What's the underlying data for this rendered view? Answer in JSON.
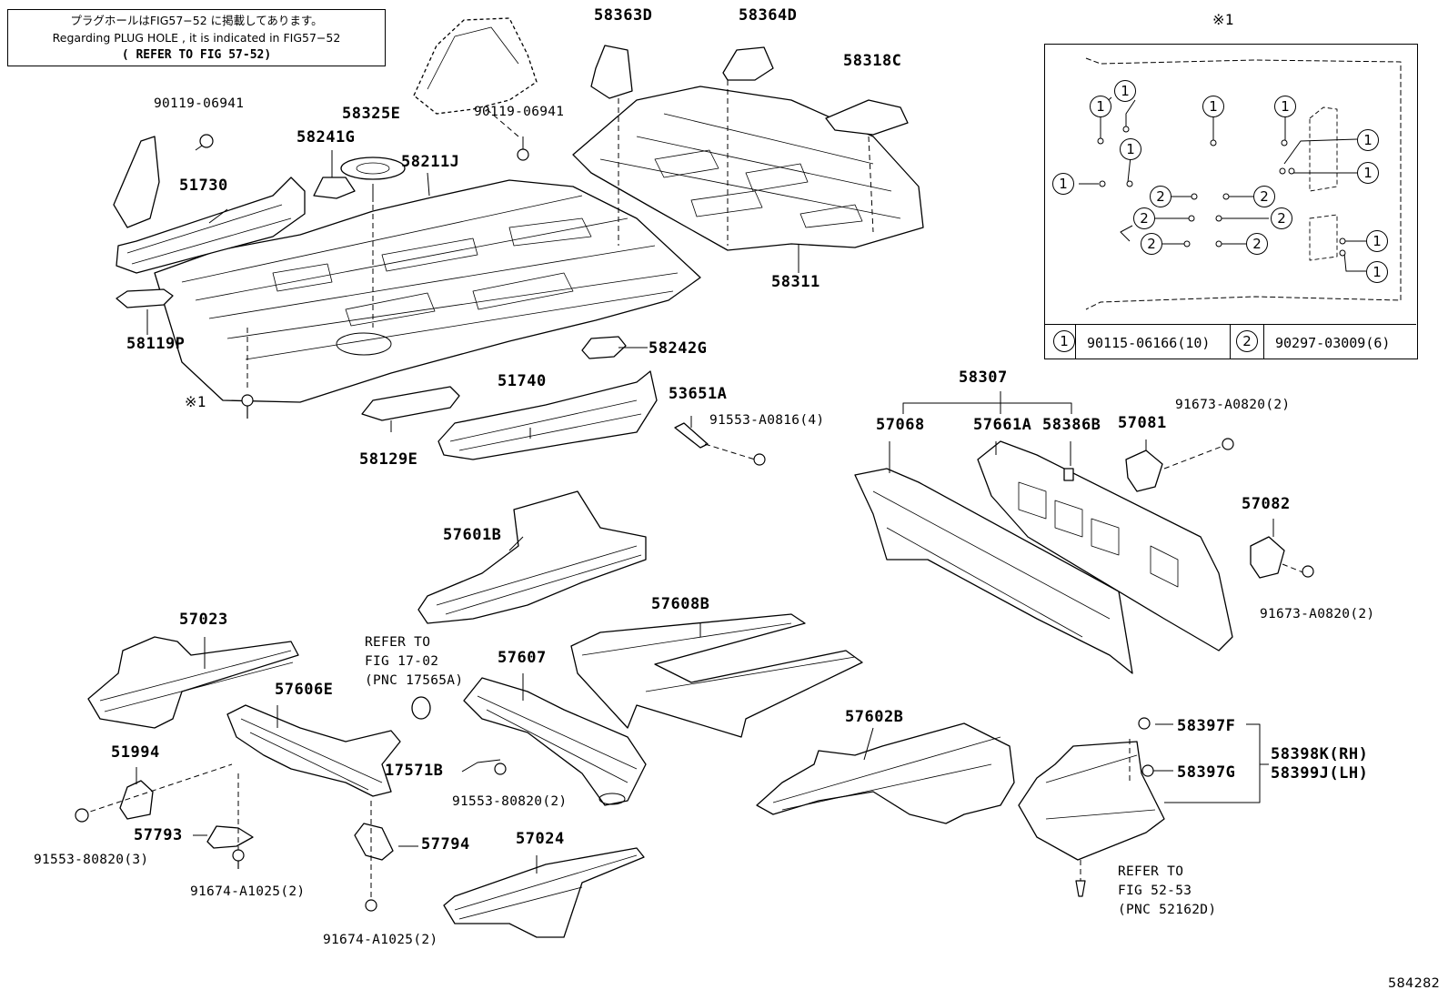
{
  "note": {
    "line1": "プラグホールはFIG57−52 に掲載してあります。",
    "line2": "Regarding PLUG HOLE , it is indicated in FIG57−52",
    "line3": "( REFER TO FIG 57-52)"
  },
  "figure_number": "584282",
  "inset": {
    "title": "※1",
    "legend": [
      {
        "symbol": "1",
        "part": "90115-06166(10)"
      },
      {
        "symbol": "2",
        "part": "90297-03009(6)"
      }
    ]
  },
  "labels": {
    "p58363D": "58363D",
    "p58364D": "58364D",
    "p58318C": "58318C",
    "p90119a": "90119-06941",
    "p90119b": "90119-06941",
    "p58325E": "58325E",
    "p58241G": "58241G",
    "p58211J": "58211J",
    "p51730": "51730",
    "p58311": "58311",
    "p58119P": "58119P",
    "p58242G": "58242G",
    "star1": "※1",
    "p51740": "51740",
    "p53651A": "53651A",
    "p91553a": "91553-A0816(4)",
    "p58129E": "58129E",
    "p58307": "58307",
    "p57068": "57068",
    "p57661A": "57661A",
    "p58386B": "58386B",
    "p57081": "57081",
    "p91673a": "91673-A0820(2)",
    "p57082": "57082",
    "p91673b": "91673-A0820(2)",
    "p57601B": "57601B",
    "p57023": "57023",
    "p57608B": "57608B",
    "refer17_1": "REFER TO",
    "refer17_2": "FIG 17-02",
    "refer17_3": "(PNC 17565A)",
    "p57607": "57607",
    "p57606E": "57606E",
    "p51994": "51994",
    "p17571B": "17571B",
    "p91553b": "91553-80820(2)",
    "p57602B": "57602B",
    "p58397F": "58397F",
    "p58398K": "58398K(RH)",
    "p58399J": "58399J(LH)",
    "p58397G": "58397G",
    "p57793": "57793",
    "p91553c": "91553-80820(3)",
    "p57794": "57794",
    "p57024": "57024",
    "p91674a": "91674-A1025(2)",
    "p91674b": "91674-A1025(2)",
    "refer52_1": "REFER TO",
    "refer52_2": "FIG 52-53",
    "refer52_3": "(PNC 52162D)"
  }
}
